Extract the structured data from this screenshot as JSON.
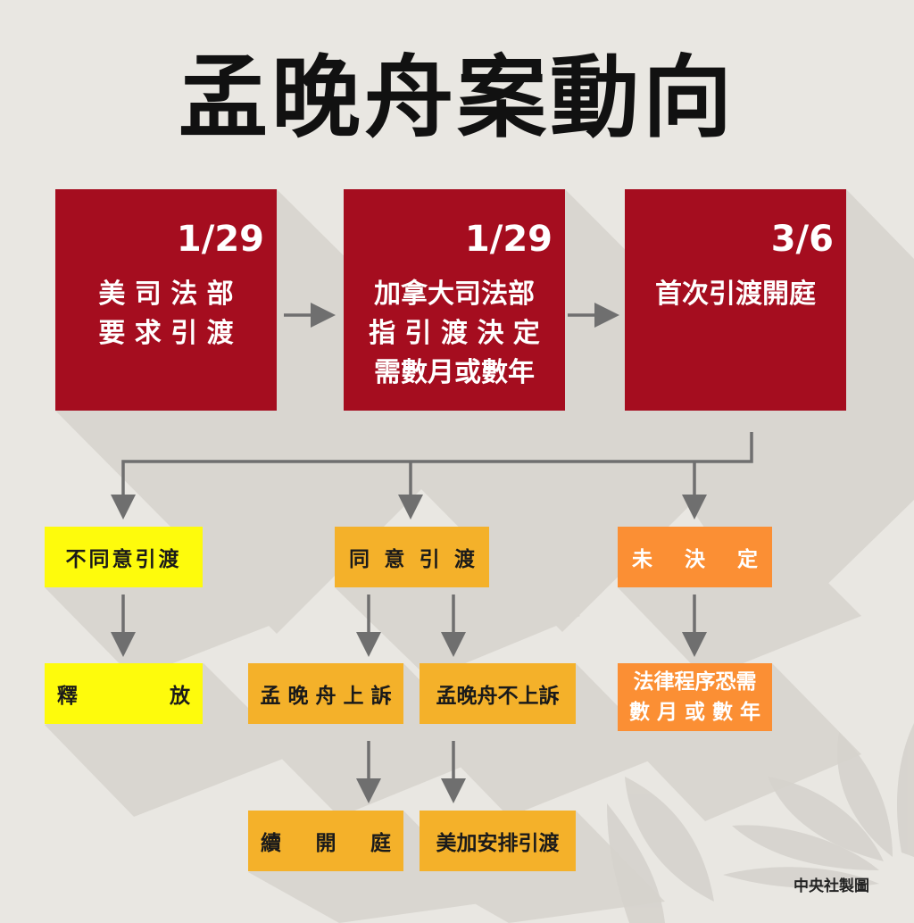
{
  "title": "孟晚舟案動向",
  "steps": [
    {
      "date": "1/29",
      "lines": [
        "美 司 法 部",
        "要 求 引 渡"
      ]
    },
    {
      "date": "1/29",
      "lines": [
        "加拿大司法部",
        "指 引 渡 決 定",
        "需數月或數年"
      ]
    },
    {
      "date": "3/6",
      "lines": [
        "首次引渡開庭"
      ]
    }
  ],
  "outcomes": {
    "not_agree": "不同意引渡",
    "release": [
      "釋",
      "放"
    ],
    "agree": [
      "同",
      "意",
      "引",
      "渡"
    ],
    "undecided": [
      "未",
      "決",
      "定"
    ],
    "meng_appeal": "孟 晚 舟 上 訴",
    "meng_no_appeal": "孟晚舟不上訴",
    "legal_process": [
      "法律程序恐需",
      "數 月 或 數 年"
    ],
    "continue_court": [
      "續",
      "開",
      "庭"
    ],
    "us_canada_extradite": "美加安排引渡"
  },
  "credit": "中央社製圖",
  "colors": {
    "background": "#e9e7e2",
    "red": "#a50d1f",
    "yellow": "#fefb0c",
    "amber": "#f4b12a",
    "orange": "#fb8f34",
    "arrow": "#6f6f6f"
  },
  "icons": [
    "huawei-logo-icon"
  ]
}
